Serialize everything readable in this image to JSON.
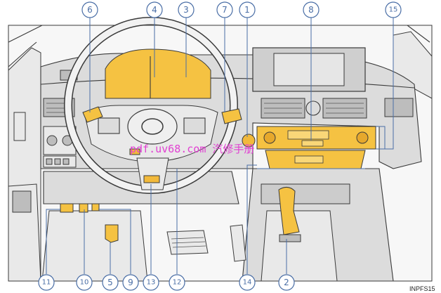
{
  "diagram": {
    "reference_code": "INPFS15",
    "watermark": "pdf.uv68.com 汽修手册",
    "callouts": [
      {
        "label": "1"
      },
      {
        "label": "2"
      },
      {
        "label": "3"
      },
      {
        "label": "4"
      },
      {
        "label": "5"
      },
      {
        "label": "6"
      },
      {
        "label": "7"
      },
      {
        "label": "8"
      },
      {
        "label": "9"
      },
      {
        "label": "10"
      },
      {
        "label": "11"
      },
      {
        "label": "12"
      },
      {
        "label": "13"
      },
      {
        "label": "14"
      },
      {
        "label": "15"
      }
    ],
    "colors": {
      "highlight": "#f5c242",
      "callout": "#4a6ea6",
      "panel": "#dcdcdc"
    }
  }
}
